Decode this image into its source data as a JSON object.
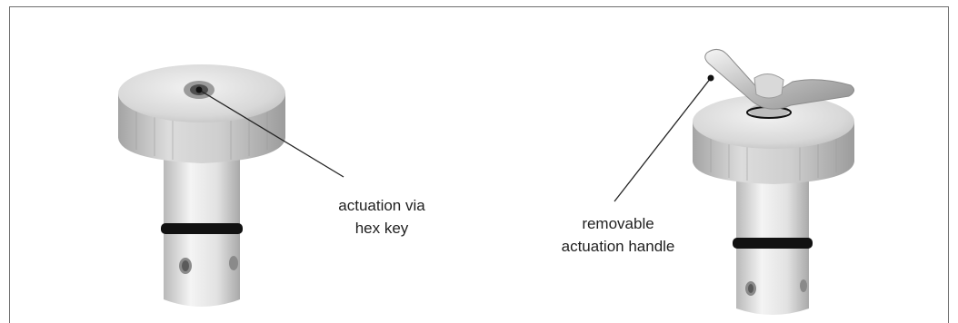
{
  "callouts": {
    "left": {
      "line1": "actuation via",
      "line2": "hex key"
    },
    "right": {
      "line1": "removable",
      "line2": "actuation handle"
    }
  },
  "colors": {
    "frame": "#6f6f6f",
    "metal_light": "#e8e8e8",
    "metal_mid": "#c9c9c9",
    "metal_dark": "#a8a8a8",
    "oring": "#111111",
    "leader": "#222222"
  }
}
